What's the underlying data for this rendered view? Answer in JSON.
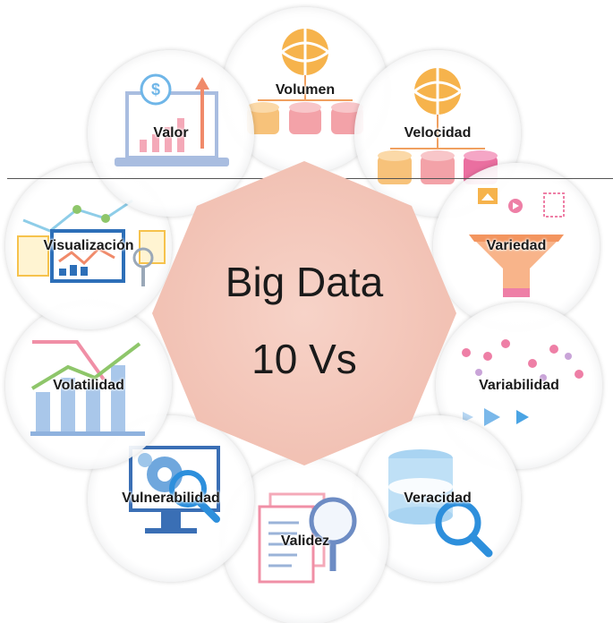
{
  "hub": {
    "title": "Big Data",
    "subtitle": "10 Vs",
    "color": "#f4c9bd"
  },
  "nodes": [
    {
      "key": "volumen",
      "label": "Volumen",
      "icon": "database-globe-icon"
    },
    {
      "key": "velocidad",
      "label": "Velocidad",
      "icon": "database-globe-icon"
    },
    {
      "key": "variedad",
      "label": "Variedad",
      "icon": "funnel-icon"
    },
    {
      "key": "variabilidad",
      "label": "Variabilidad",
      "icon": "scatter-arrows-icon"
    },
    {
      "key": "veracidad",
      "label": "Veracidad",
      "icon": "database-search-icon"
    },
    {
      "key": "validez",
      "label": "Validez",
      "icon": "document-magnifier-icon"
    },
    {
      "key": "vulnerabilidad",
      "label": "Vulnerabilidad",
      "icon": "monitor-gear-icon"
    },
    {
      "key": "volatilidad",
      "label": "Volatilidad",
      "icon": "bar-chart-icon"
    },
    {
      "key": "visualizacion",
      "label": "Visualización",
      "icon": "dashboard-icon"
    },
    {
      "key": "valor",
      "label": "Valor",
      "icon": "laptop-dollar-icon"
    }
  ]
}
